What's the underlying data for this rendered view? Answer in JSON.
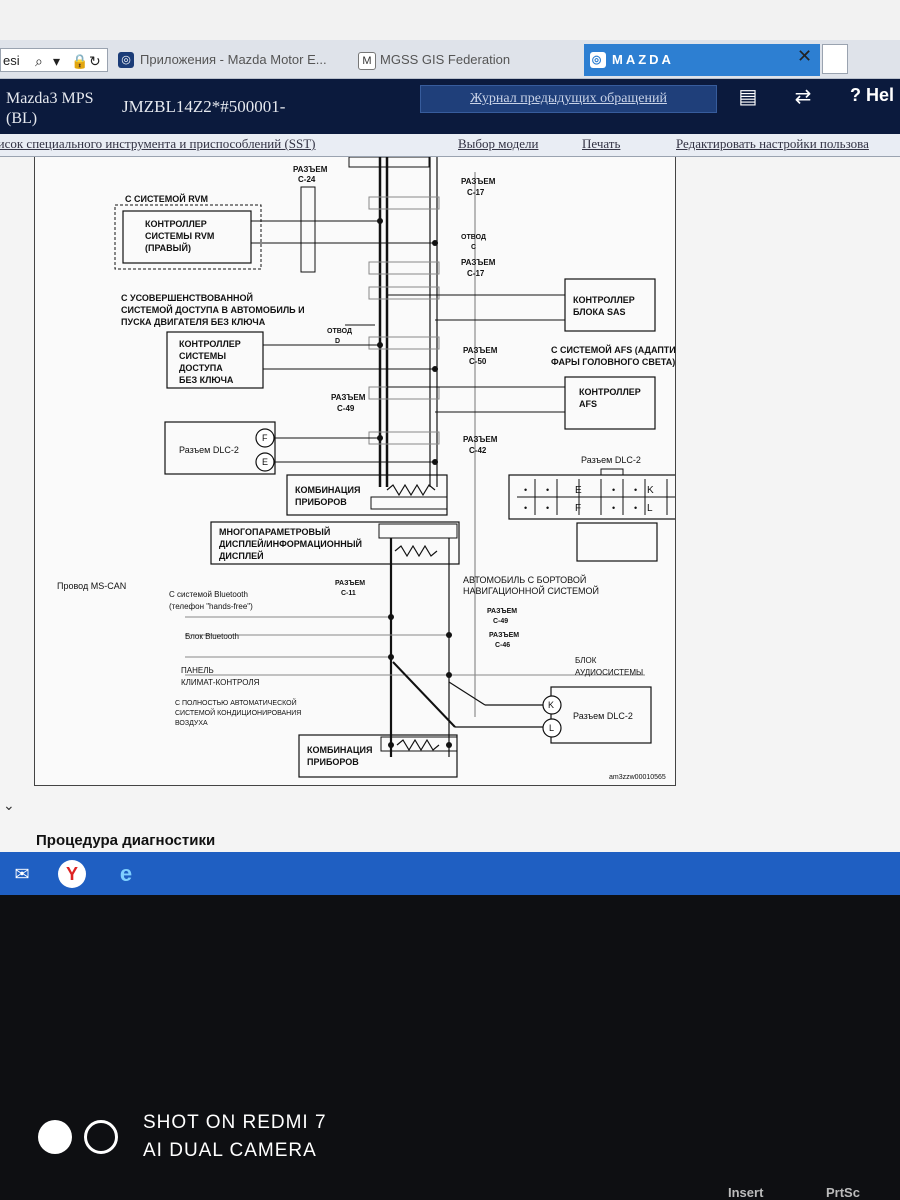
{
  "browser": {
    "address_text": "esi",
    "tabs": [
      {
        "label": "Приложения - Mazda Motor E..."
      },
      {
        "label": "MGSS GIS Federation"
      },
      {
        "label": "MAZDA"
      }
    ]
  },
  "header": {
    "model_line1": "Mazda3 MPS",
    "model_line2": "(BL)",
    "vin": "JMZBL14Z2*#500001-",
    "journal_button": "Журнал предыдущих обращений",
    "help_label": "Hel"
  },
  "menu": {
    "sst": "Список специального инструмента и приспособлений (SST)",
    "model_select": "Выбор модели",
    "print": "Печать",
    "settings": "Редактировать настройки пользова"
  },
  "diagram": {
    "labels": {
      "c24_a": "РАЗЪЕМ",
      "c24_b": "C-24",
      "c17a_a": "РАЗЪЕМ",
      "c17a_b": "C-17",
      "rvm_sys": "С СИСТЕМОЙ RVM",
      "rvm_ctrl_1": "КОНТРОЛЛЕР",
      "rvm_ctrl_2": "СИСТЕМЫ RVM",
      "rvm_ctrl_3": "(ПРАВЫЙ)",
      "otvod_c_1": "ОТВОД",
      "otvod_c_2": "C",
      "c17b_a": "РАЗЪЕМ",
      "c17b_b": "C-17",
      "keyless_1": "С УСОВЕРШЕНСТВОВАННОЙ",
      "keyless_2": "СИСТЕМОЙ ДОСТУПА В АВТОМОБИЛЬ И",
      "keyless_3": "ПУСКА ДВИГАТЕЛЯ БЕЗ КЛЮЧА",
      "otvod_d_1": "ОТВОД",
      "otvod_d_2": "D",
      "sas_1": "КОНТРОЛЛЕР",
      "sas_2": "БЛОКА SAS",
      "kl_1": "КОНТРОЛЛЕР",
      "kl_2": "СИСТЕМЫ",
      "kl_3": "ДОСТУПА",
      "kl_4": "БЕЗ КЛЮЧА",
      "c50_a": "РАЗЪЕМ",
      "c50_b": "C-50",
      "afs_sys_1": "С СИСТЕМОЙ AFS (АДАПТИВНЫЕ",
      "afs_sys_2": "ФАРЫ ГОЛОВНОГО СВЕТА)",
      "c49a_a": "РАЗЪЕМ",
      "c49a_b": "C-49",
      "afs_1": "КОНТРОЛЛЕР",
      "afs_2": "AFS",
      "dlc2_a": "Разъем DLC-2",
      "pin_f": "F",
      "pin_e": "E",
      "c42_a": "РАЗЪЕМ",
      "c42_b": "C-42",
      "dlc2_title": "Разъем DLC-2",
      "p_e": "E",
      "p_k": "K",
      "p_f": "F",
      "p_l": "L",
      "dot": "•",
      "cluster1_1": "КОМБИНАЦИЯ",
      "cluster1_2": "ПРИБОРОВ",
      "mid_1": "МНОГОПАРАМЕТРОВЫЙ",
      "mid_2": "ДИСПЛЕЙ/ИНФОРМАЦИОННЫЙ",
      "mid_3": "ДИСПЛЕЙ",
      "ms_can": "Провод MS-CAN",
      "c11_a": "РАЗЪЕМ",
      "c11_b": "C-11",
      "nav_1": "АВТОМОБИЛЬ С БОРТОВОЙ",
      "nav_2": "НАВИГАЦИОННОЙ СИСТЕМОЙ",
      "bt_sys_1": "С системой Bluetooth",
      "bt_sys_2": "(телефон \"hands-free\")",
      "c49b_a": "РАЗЪЕМ",
      "c49b_b": "C-49",
      "bt_block": "Блок Bluetooth",
      "c46_a": "РАЗЪЕМ",
      "c46_b": "C-46",
      "climate_1": "ПАНЕЛЬ",
      "climate_2": "КЛИМАТ-КОНТРОЛЯ",
      "audio_1": "БЛОК",
      "audio_2": "АУДИОСИСТЕМЫ",
      "auto_ac_1": "С ПОЛНОСТЬЮ АВТОМАТИЧЕСКОЙ",
      "auto_ac_2": "СИСТЕМОЙ КОНДИЦИОНИРОВАНИЯ",
      "auto_ac_3": "ВОЗДУХА",
      "pin_k": "K",
      "pin_l": "L",
      "dlc2_b": "Разъем DLC-2",
      "cluster2_1": "КОМБИНАЦИЯ",
      "cluster2_2": "ПРИБОРОВ",
      "code": "am3zzw00010565"
    }
  },
  "content": {
    "section_title": "Процедура диагностики"
  },
  "watermark": {
    "line1": "SHOT ON REDMI 7",
    "line2": "AI DUAL CAMERA"
  },
  "keyboard": {
    "insert": "Insert",
    "prtsc": "PrtSc"
  },
  "colors": {
    "header_bg": "#0b1a3d",
    "tab_active": "#2d7fd2",
    "taskbar": "#1f5fc2"
  }
}
